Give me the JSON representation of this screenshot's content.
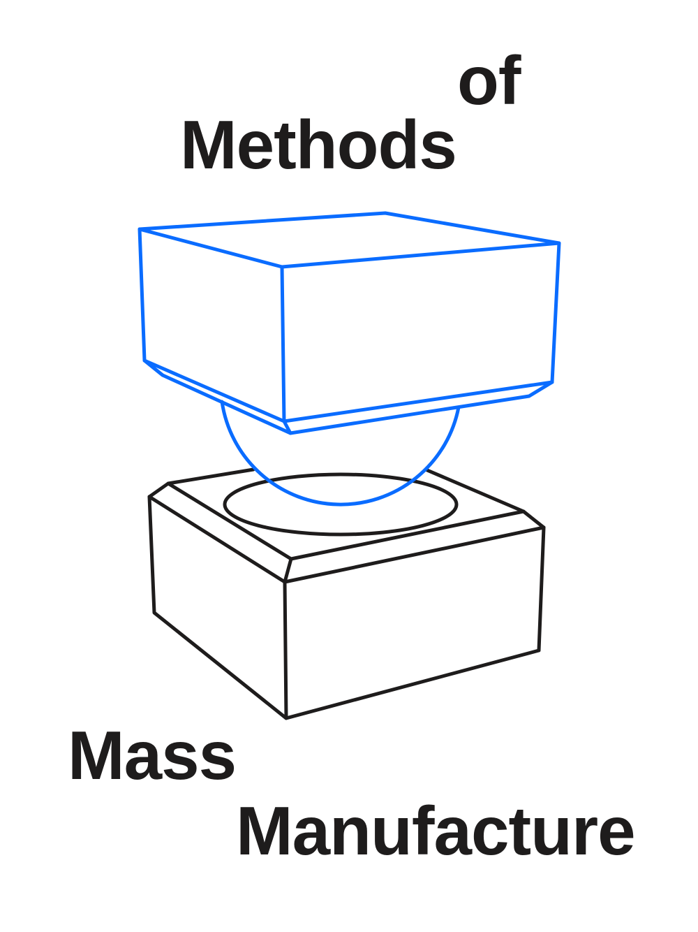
{
  "title": {
    "word_of": "of",
    "word_methods": "Methods",
    "word_mass": "Mass",
    "word_manufacture": "Manufacture"
  },
  "colors": {
    "text": "#1e1c1c",
    "upper_form": "#0a6cff",
    "lower_form": "#1e1c1c",
    "background": "#ffffff"
  },
  "illustration": {
    "upper_form": "box-on-sphere-icon",
    "lower_form": "base-box-with-recess-icon"
  }
}
